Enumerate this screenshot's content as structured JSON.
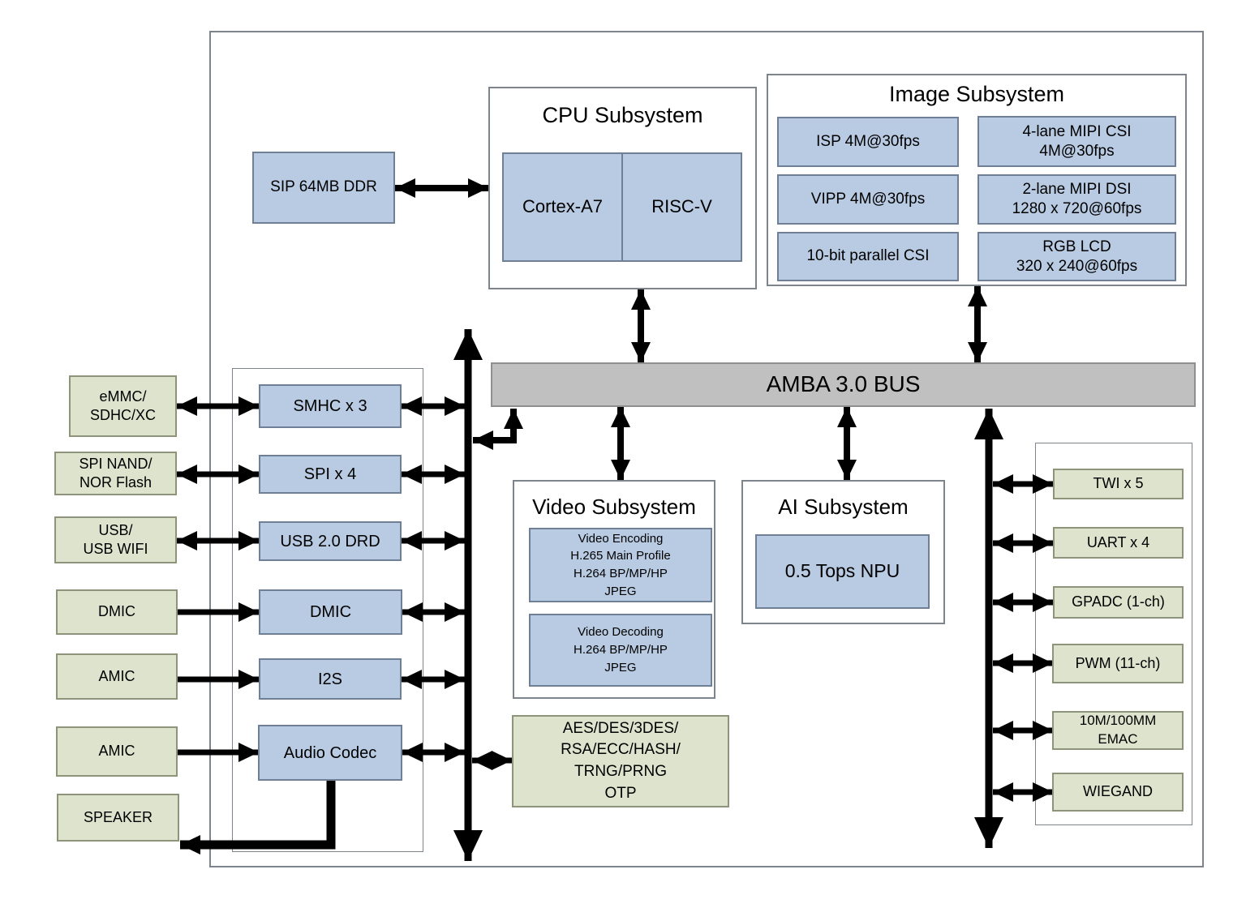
{
  "colors": {
    "blue": "#b8cbe2",
    "green": "#dee3ce",
    "gray": "#c0c0c0"
  },
  "memory": {
    "label": "SIP 64MB DDR"
  },
  "cpu": {
    "title": "CPU Subsystem",
    "cores": [
      "Cortex-A7",
      "RISC-V"
    ]
  },
  "image": {
    "title": "Image Subsystem",
    "blocks": [
      "ISP 4M@30fps",
      "4-lane MIPI CSI\n4M@30fps",
      "VIPP 4M@30fps",
      "2-lane MIPI DSI\n1280 x 720@60fps",
      "10-bit parallel CSI",
      "RGB LCD\n320 x 240@60fps"
    ]
  },
  "bus": {
    "label": "AMBA 3.0 BUS"
  },
  "video": {
    "title": "Video Subsystem",
    "blocks": [
      "Video Encoding\nH.265 Main Profile\nH.264 BP/MP/HP\nJPEG",
      "Video Decoding\nH.264 BP/MP/HP\nJPEG"
    ]
  },
  "ai": {
    "title": "AI Subsystem",
    "block": "0.5 Tops NPU"
  },
  "crypto": {
    "label": "AES/DES/3DES/\nRSA/ECC/HASH/\nTRNG/PRNG\nOTP"
  },
  "storage_audio": {
    "blocks": [
      "SMHC x 3",
      "SPI x 4",
      "USB 2.0 DRD",
      "DMIC",
      "I2S",
      "Audio Codec"
    ]
  },
  "external": {
    "blocks": [
      "eMMC/\nSDHC/XC",
      "SPI NAND/\nNOR Flash",
      "USB/\nUSB WIFI",
      "DMIC",
      "AMIC",
      "AMIC",
      "SPEAKER"
    ]
  },
  "peripherals": {
    "blocks": [
      "TWI x 5",
      "UART x 4",
      "GPADC (1-ch)",
      "PWM (11-ch)",
      "10M/100MM\nEMAC",
      "WIEGAND"
    ]
  }
}
